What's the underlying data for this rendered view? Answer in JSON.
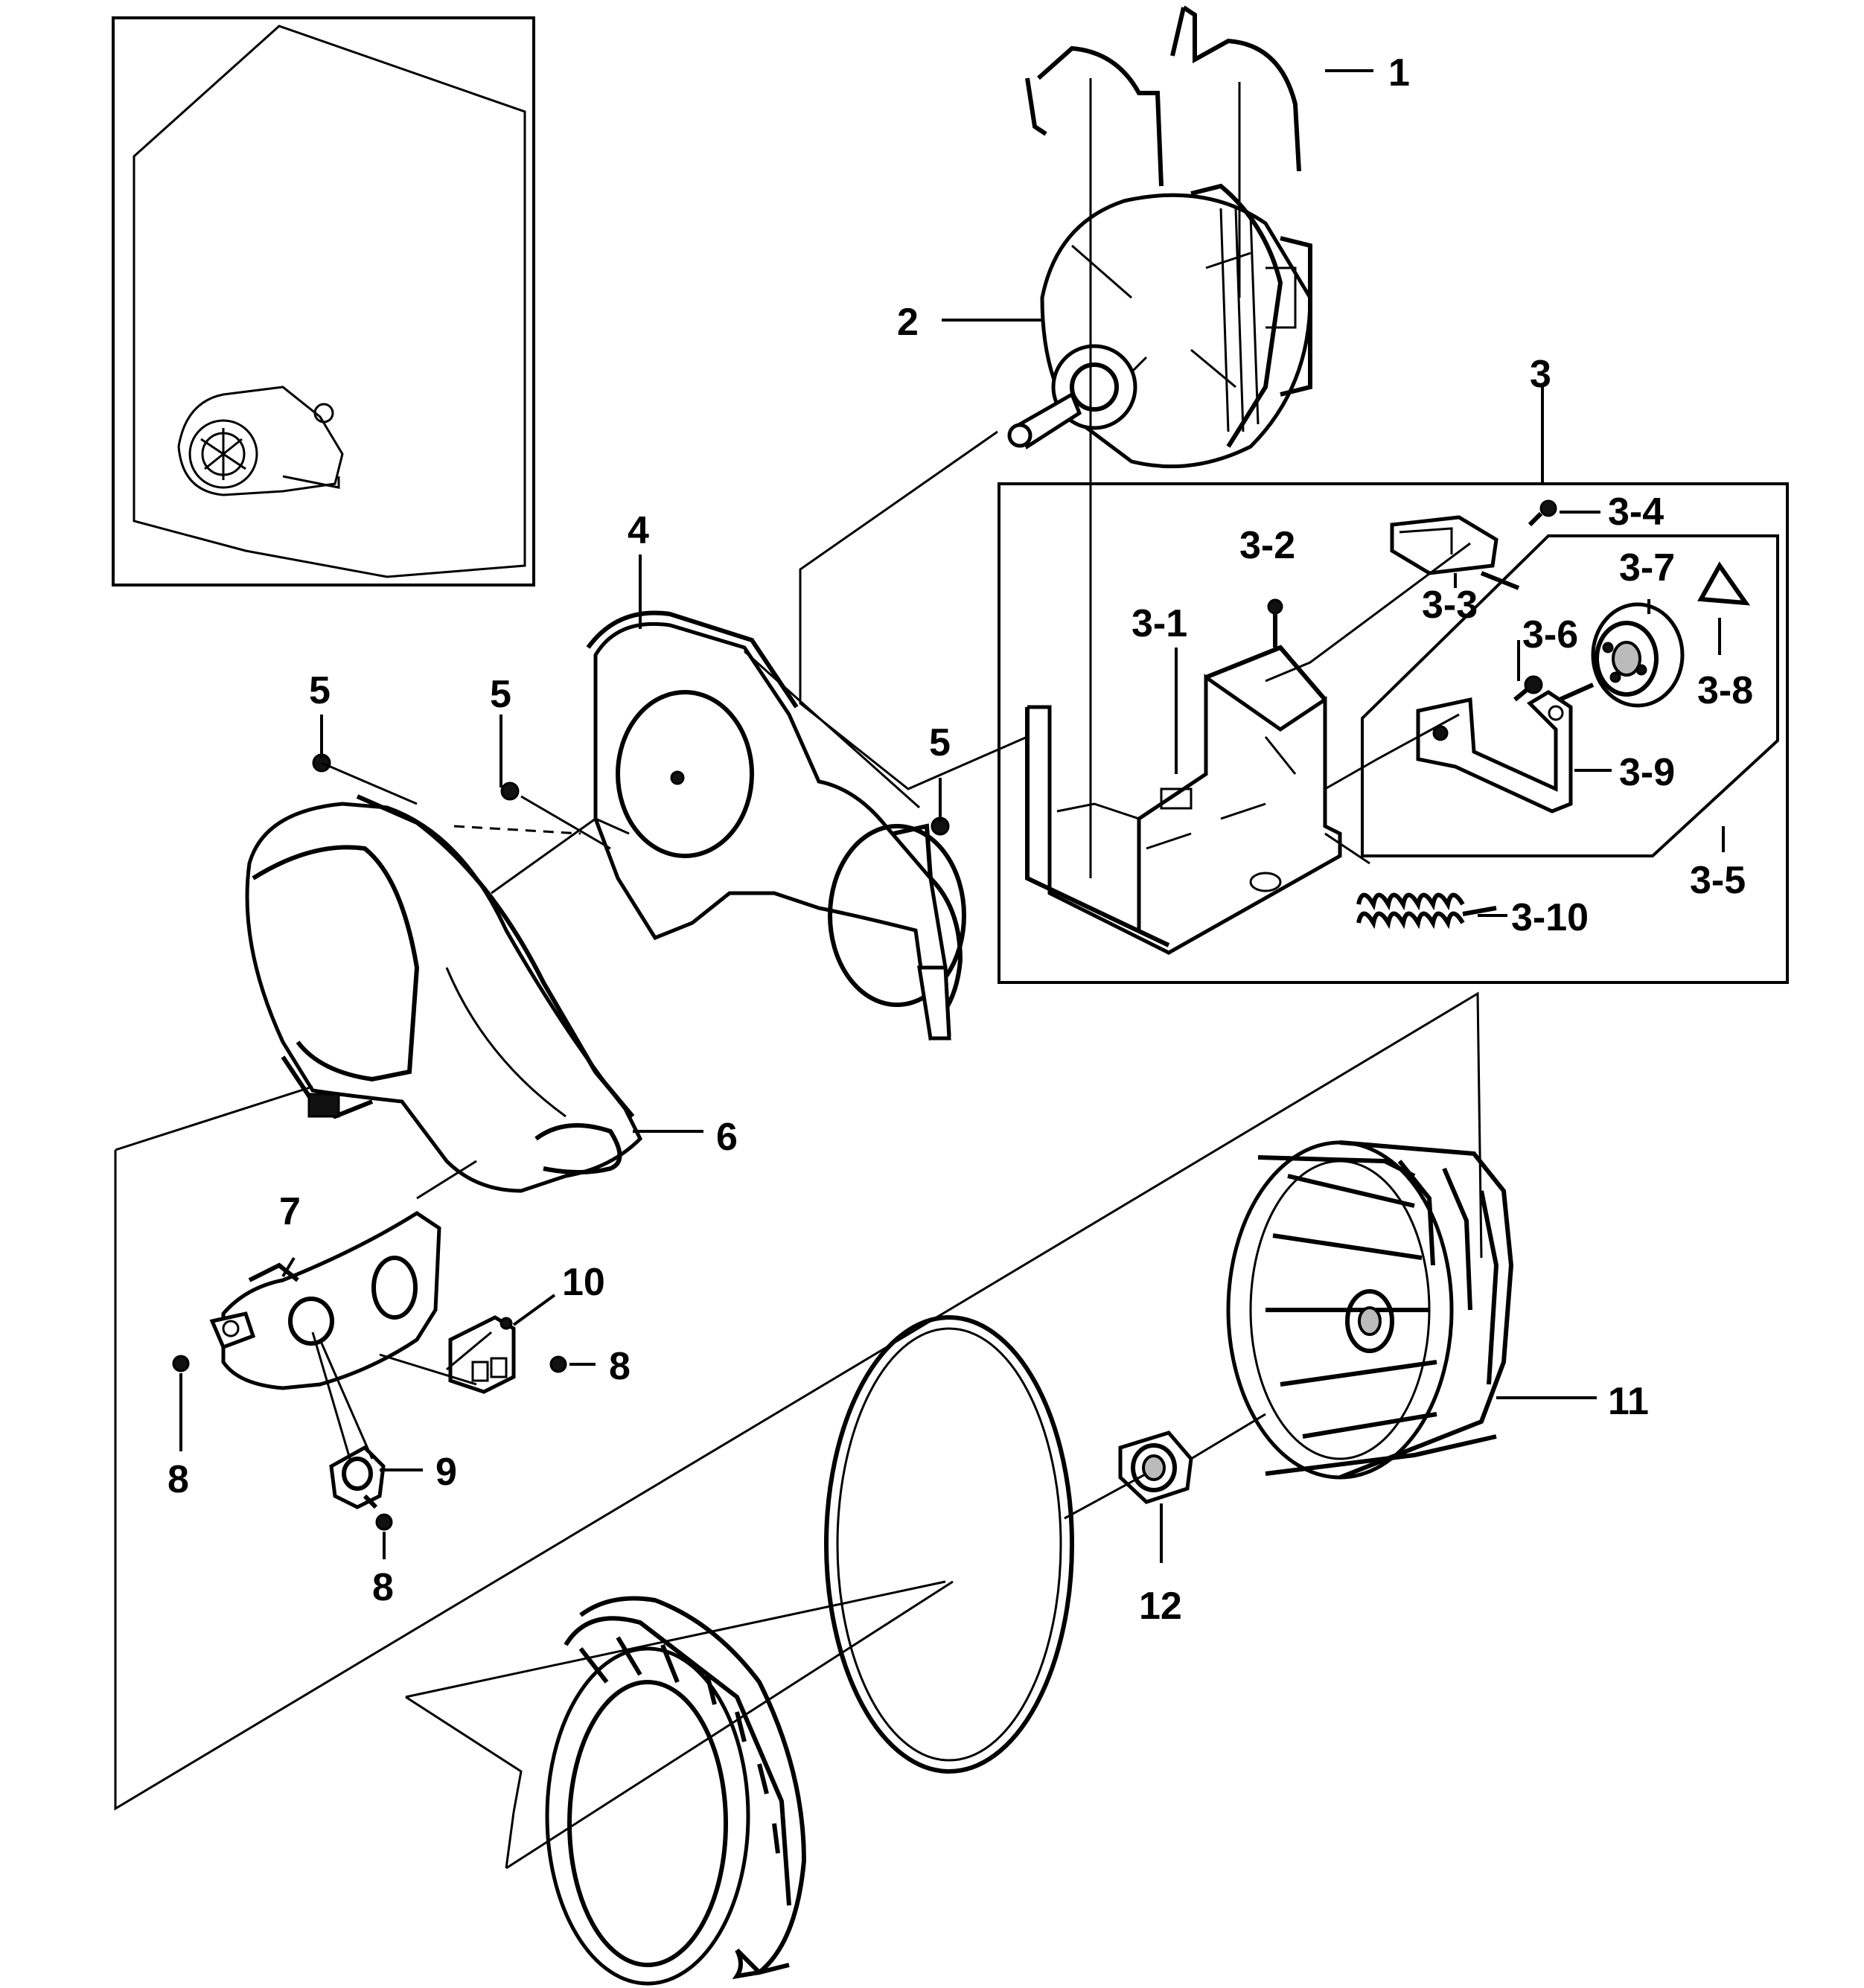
{
  "labels": {
    "l1": "1",
    "l2": "2",
    "l3": "3",
    "l3_1": "3-1",
    "l3_2": "3-2",
    "l3_3": "3-3",
    "l3_4": "3-4",
    "l3_5": "3-5",
    "l3_6": "3-6",
    "l3_7": "3-7",
    "l3_8": "3-8",
    "l3_9": "3-9",
    "l3_10": "3-10",
    "l4": "4",
    "l5a": "5",
    "l5b": "5",
    "l5c": "5",
    "l6": "6",
    "l7": "7",
    "l8a": "8",
    "l8b": "8",
    "l8c": "8",
    "l9": "9",
    "l10": "10",
    "l11": "11",
    "l12": "12"
  }
}
